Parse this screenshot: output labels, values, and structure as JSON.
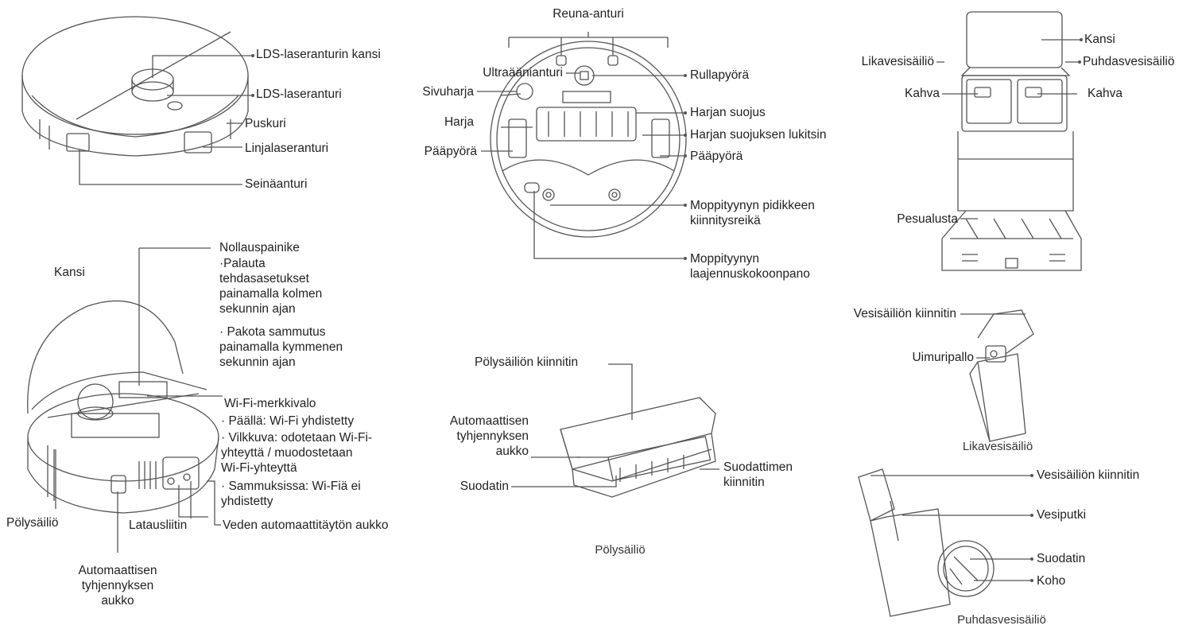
{
  "robot_top": {
    "lds_cover": "LDS-laseranturin kansi",
    "lds": "LDS-laseranturi",
    "bumper": "Puskuri",
    "line_laser": "Linjalaseranturi",
    "wall": "Seinäanturi"
  },
  "robot_bottom": {
    "cliff": "Reuna-anturi",
    "ultrasonic": "Ultraäänianturi",
    "side_brush": "Sivuharja",
    "brush": "Harja",
    "main_wheel_left": "Pääpyörä",
    "caster": "Rullapyörä",
    "brush_guard": "Harjan suojus",
    "brush_guard_latch": "Harjan suojuksen lukitsin",
    "main_wheel_right": "Pääpyörä",
    "mop_holes": "Moppityynyn pidikkeen\nkiinnitysreikä",
    "mop_assembly": "Moppityynyn\nlaajennuskokoonpano"
  },
  "robot_open": {
    "cover": "Kansi",
    "reset_button": "Nollauspainike",
    "reset_desc_1": "·Palauta\n  tehdasasetukset\n  painamalla kolmen\n  sekunnin ajan",
    "reset_desc_2": "· Pakota sammutus\n  painamalla kymmenen\n  sekunnin ajan",
    "wifi_light": "Wi-Fi-merkkivalo",
    "wifi_on": "· Päällä: Wi-Fi yhdistetty",
    "wifi_blink": "· Vilkkuva: odotetaan Wi-Fi-\n  yhteyttä / muodostetaan\n  Wi-Fi-yhteyttä",
    "wifi_off": "· Sammuksissa: Wi-Fiä ei\n  yhdistetty",
    "dustbin": "Pölysäiliö",
    "charging": "Latausliitin",
    "water_refill": "Veden automaattitäytön aukko",
    "auto_empty": "Automaattisen\ntyhjennyksen\naukko"
  },
  "dustbin_part": {
    "latch": "Pölysäiliön kiinnitin",
    "auto_empty": "Automaattisen\ntyhjennyksen\naukko",
    "filter": "Suodatin",
    "filter_latch": "Suodattimen\nkiinnitin",
    "caption": "Pölysäiliö"
  },
  "station": {
    "lid": "Kansi",
    "dirty_tank": "Likavesisäiliö",
    "clean_tank": "Puhdasvesisäiliö",
    "handle_left": "Kahva",
    "handle_right": "Kahva",
    "wash_tray": "Pesualusta"
  },
  "dirty_tank_part": {
    "latch": "Vesisäiliön kiinnitin",
    "float": "Uimuripallo",
    "caption": "Likavesisäiliö"
  },
  "clean_tank_part": {
    "latch": "Vesisäiliön kiinnitin",
    "pipe": "Vesiputki",
    "filter": "Suodatin",
    "float": "Koho",
    "caption": "Puhdasvesisäiliö"
  },
  "colors": {
    "line": "#555555",
    "text": "#222222"
  }
}
